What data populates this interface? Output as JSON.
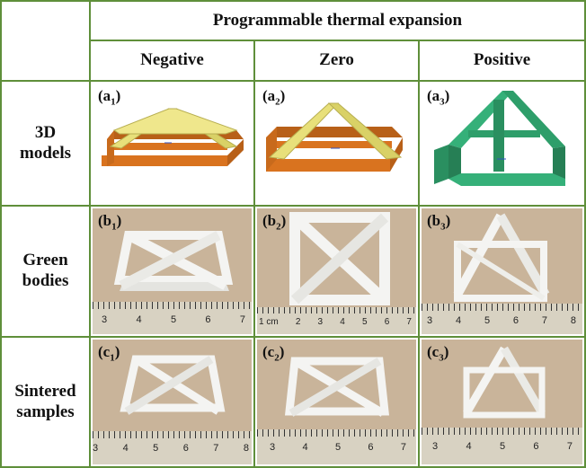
{
  "header": {
    "title": "Programmable thermal expansion",
    "columns": [
      "Negative",
      "Zero",
      "Positive"
    ]
  },
  "rows": [
    {
      "label_line1": "3D",
      "label_line2": "models"
    },
    {
      "label_line1": "Green",
      "label_line2": "bodies"
    },
    {
      "label_line1": "Sintered",
      "label_line2": "samples"
    }
  ],
  "panels": {
    "a1": {
      "letter": "a",
      "sub": "1"
    },
    "a2": {
      "letter": "a",
      "sub": "2"
    },
    "a3": {
      "letter": "a",
      "sub": "3"
    },
    "b1": {
      "letter": "b",
      "sub": "1"
    },
    "b2": {
      "letter": "b",
      "sub": "2"
    },
    "b3": {
      "letter": "b",
      "sub": "3"
    },
    "c1": {
      "letter": "c",
      "sub": "1"
    },
    "c2": {
      "letter": "c",
      "sub": "2"
    },
    "c3": {
      "letter": "c",
      "sub": "3"
    }
  },
  "rulers": {
    "b1": [
      "3",
      "4",
      "5",
      "6",
      "7"
    ],
    "b2": [
      "1 cm",
      "2",
      "3",
      "4",
      "5",
      "6",
      "7"
    ],
    "b3": [
      "3",
      "4",
      "5",
      "6",
      "7",
      "8"
    ],
    "c1": [
      "3",
      "4",
      "5",
      "6",
      "7",
      "8"
    ],
    "c2": [
      "3",
      "4",
      "5",
      "6",
      "7"
    ],
    "c3": [
      "3",
      "4",
      "5",
      "6",
      "7"
    ]
  },
  "colors": {
    "grid": "#5f8f3a",
    "orange": "#d9731f",
    "yellow": "#e8e07a",
    "green": "#2e9e6a",
    "background_photo": "#c9b49a",
    "sample_white": "#f4f4f2"
  }
}
